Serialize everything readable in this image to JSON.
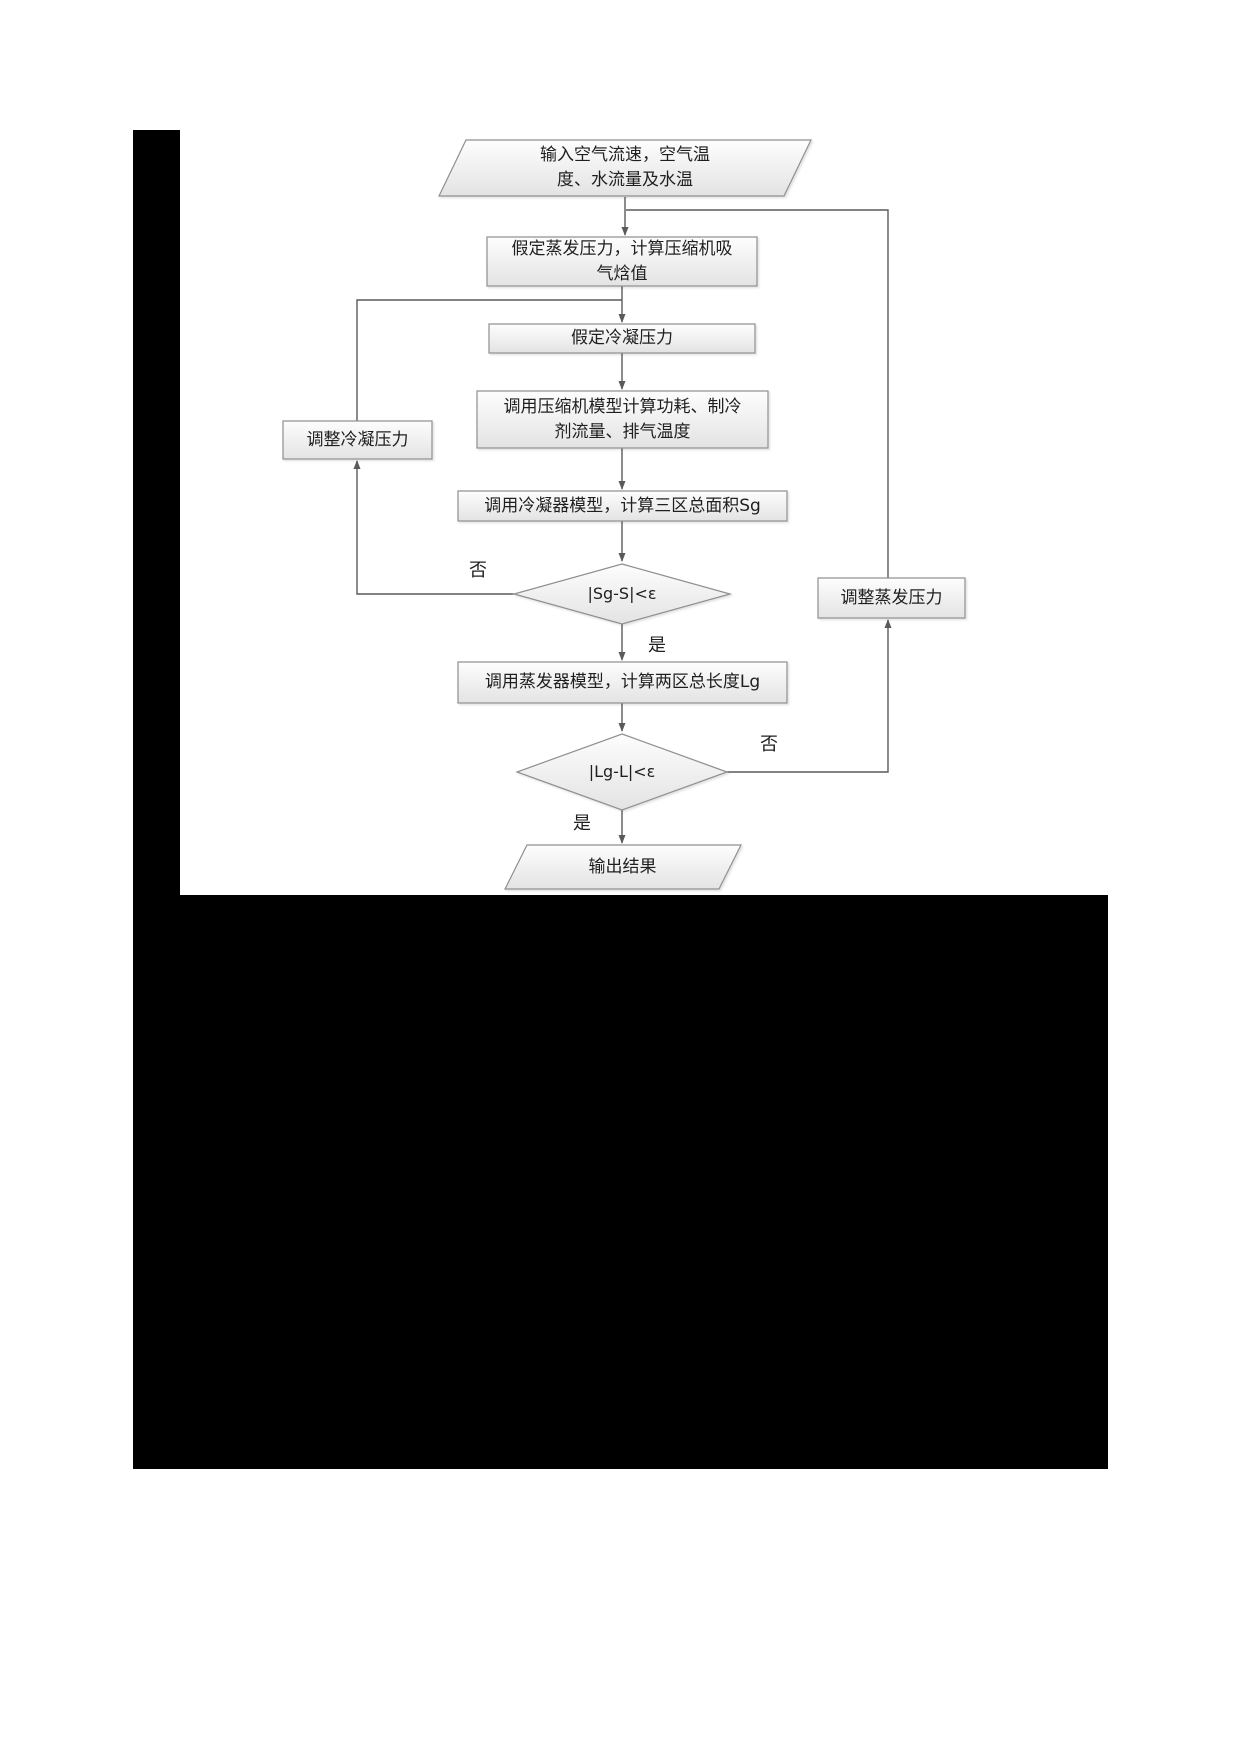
{
  "flowchart": {
    "nodes": {
      "input": "输入空气流速，空气温\n度、水流量及水温",
      "assume_evaporation": "假定蒸发压力，计算压缩机吸\n气焓值",
      "assume_condensation": "假定冷凝压力",
      "compressor_model": "调用压缩机模型计算功耗、制冷\n剂流量、排气温度",
      "condenser_model": "调用冷凝器模型，计算三区总面积Sg",
      "decision_area": "|Sg-S|<ε",
      "adjust_condensation": "调整冷凝压力",
      "evaporator_model": "调用蒸发器模型，计算两区总长度Lg",
      "decision_length": "|Lg-L|<ε",
      "adjust_evaporation": "调整蒸发压力",
      "output": "输出结果"
    },
    "edge_labels": {
      "area_no": "否",
      "area_yes": "是",
      "length_no": "否",
      "length_yes": "是"
    },
    "colors": {
      "node_border": "#8f8f8f",
      "node_fill_top": "#fdfdfd",
      "node_fill_bottom": "#e3e3e3",
      "connector": "#5a5a5a",
      "text": "#1f1f1f",
      "redaction": "#000000"
    }
  }
}
